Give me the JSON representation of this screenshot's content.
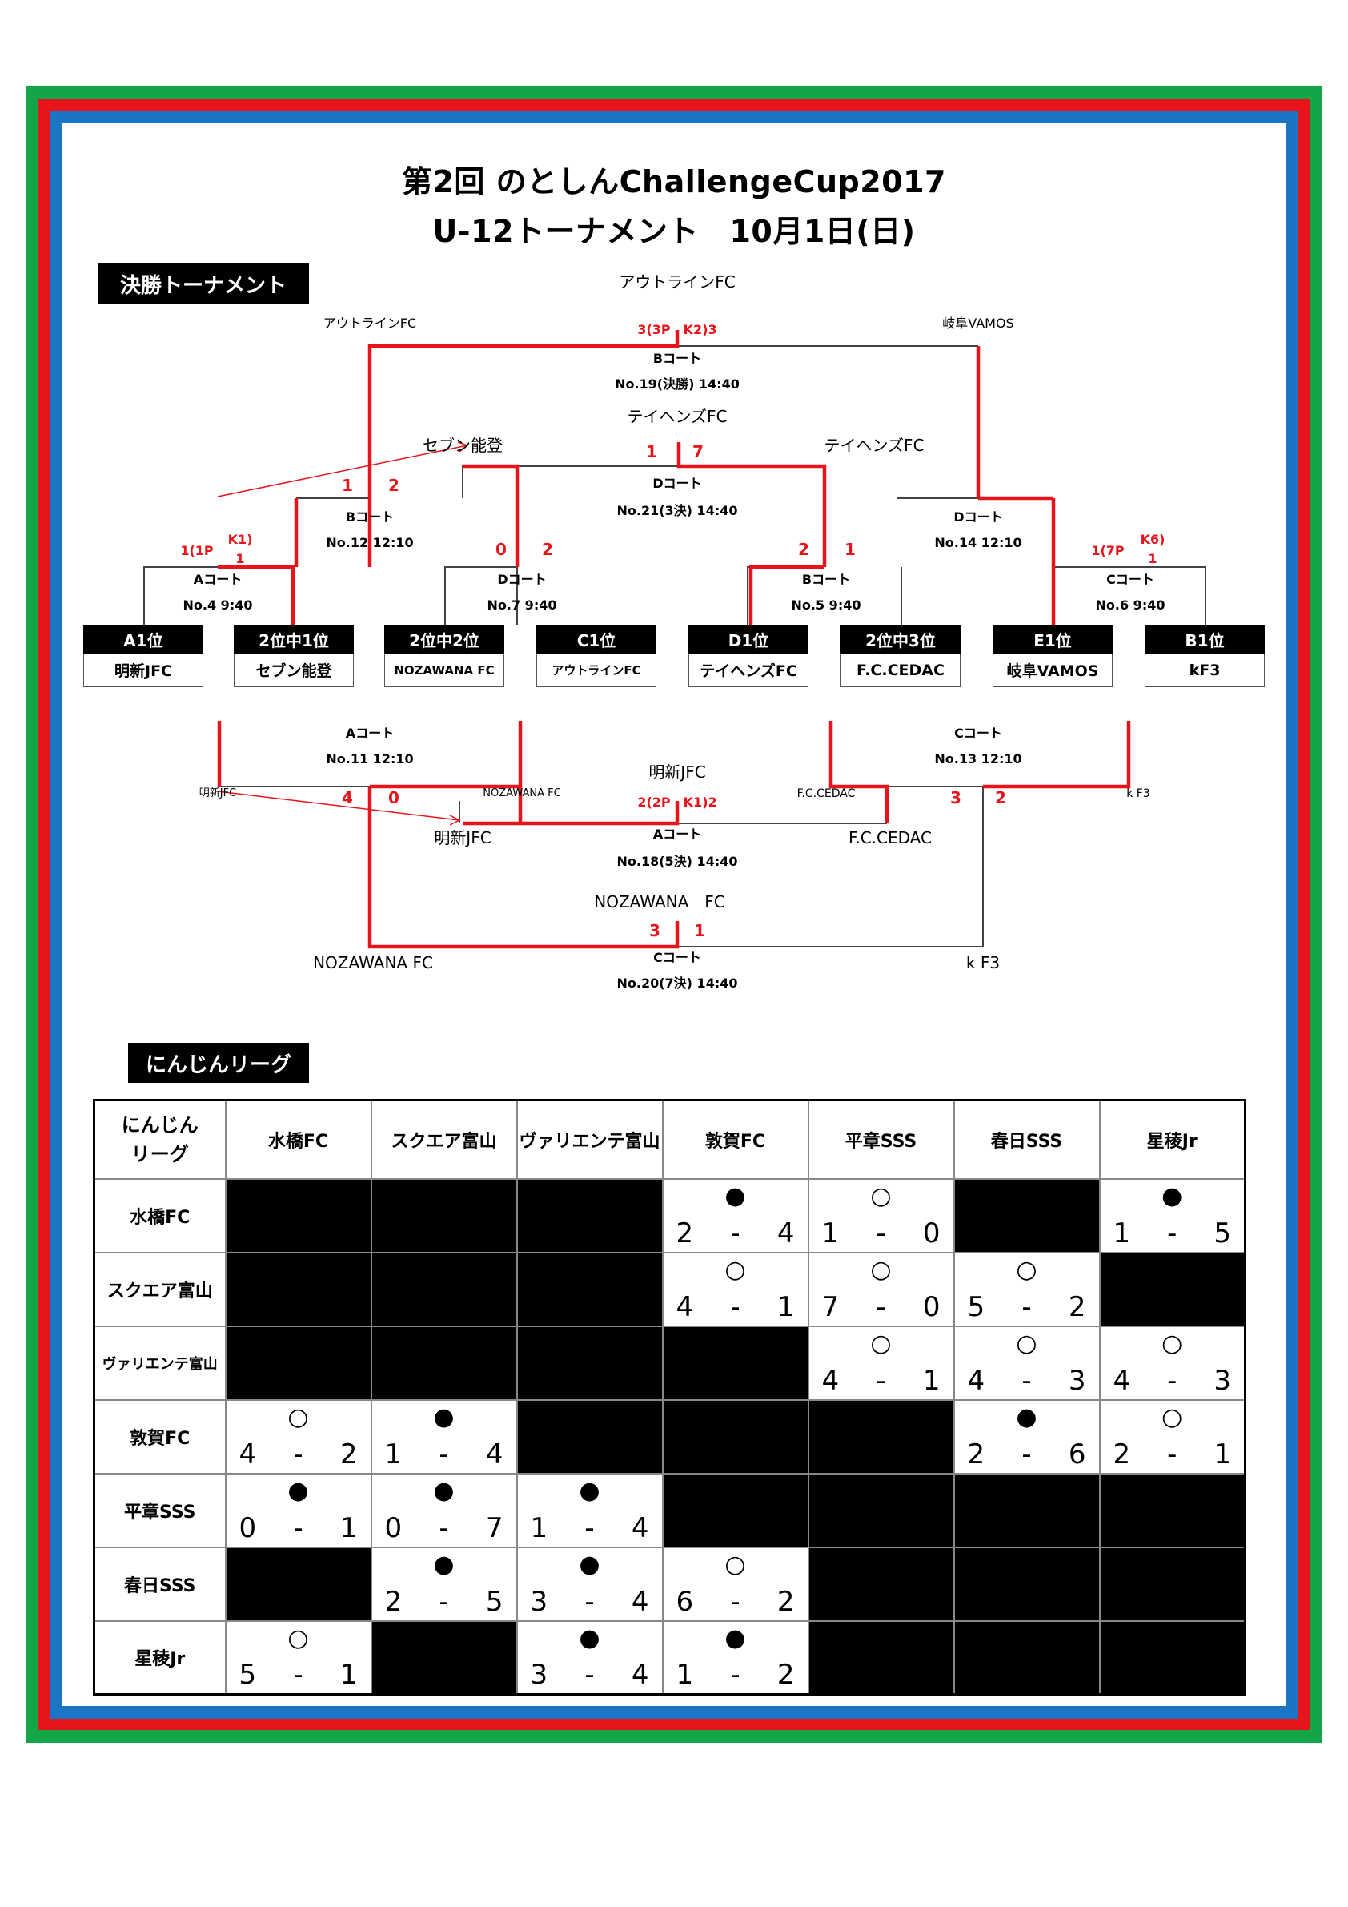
{
  "title_line1": "第2回 のとしんChallengeCup2017",
  "title_line2": "U-12トーナメント　10月1日(日)",
  "section_tournament": "決勝トーナメント",
  "section_league": "にんじんリーグ",
  "seeds": [
    {
      "seed": "A1位",
      "team": "明新JFC"
    },
    {
      "seed": "2位中1位",
      "team": "セブン能登"
    },
    {
      "seed": "2位中2位",
      "team": "NOZAWANA FC"
    },
    {
      "seed": "C1位",
      "team": "アウトラインFC"
    },
    {
      "seed": "D1位",
      "team": "テイヘンズFC"
    },
    {
      "seed": "2位中3位",
      "team": "F.C.CEDAC"
    },
    {
      "seed": "E1位",
      "team": "岐阜VAMOS"
    },
    {
      "seed": "B1位",
      "team": "kF3"
    }
  ],
  "matches": {
    "m4": {
      "court": "Aコート",
      "info": "No.4 9:40",
      "score_left": "1(1P",
      "score_right": "K1)",
      "score_right2": "1"
    },
    "m7": {
      "court": "Dコート",
      "info": "No.7 9:40",
      "score_left": "0",
      "score_right": "2"
    },
    "m5": {
      "court": "Bコート",
      "info": "No.5 9:40",
      "score_left": "2",
      "score_right": "1"
    },
    "m6": {
      "court": "Cコート",
      "info": "No.6 9:40",
      "score_left": "1(7P",
      "score_right": "K6)",
      "score_right2": "1"
    },
    "m12": {
      "court": "Bコート",
      "info": "No.12 12:10",
      "score_left": "1",
      "score_right": "2"
    },
    "m14": {
      "court": "Dコート",
      "info": "No.14 12:10"
    },
    "m21": {
      "court": "Dコート",
      "info": "No.21(3決) 14:40",
      "score_left": "1",
      "score_right": "7",
      "winner": "テイヘンズFC",
      "left_team": "セブン能登",
      "right_team": "テイヘンズFC"
    },
    "m19": {
      "court": "Bコート",
      "info": "No.19(決勝) 14:40",
      "score": "3(3P　K2)3",
      "winner": "アウトラインFC",
      "left_team": "アウトラインFC",
      "right_team": "岐阜VAMOS"
    },
    "m11": {
      "court": "Aコート",
      "info": "No.11 12:10",
      "score_left": "4",
      "score_right": "0",
      "left_team": "明新JFC",
      "right_team": "NOZAWANA FC"
    },
    "m13": {
      "court": "Cコート",
      "info": "No.13 12:10",
      "score_left": "3",
      "score_right": "2",
      "left_team": "F.C.CEDAC",
      "right_team": "k F3"
    },
    "m18": {
      "court": "Aコート",
      "info": "No.18(5決) 14:40",
      "score": "2(2P　K1)2",
      "winner": "明新JFC",
      "left_team": "明新JFC",
      "right_team": "F.C.CEDAC"
    },
    "m20": {
      "court": "Cコート",
      "info": "No.20(7決) 14:40",
      "score_left": "3",
      "score_right": "1",
      "winner": "NOZAWANA　FC",
      "left_team": "NOZAWANA FC",
      "right_team": "k F3"
    }
  },
  "league": {
    "corner_line1": "にんじん",
    "corner_line2": "リーグ",
    "teams": [
      "水橋FC",
      "スクエア富山",
      "ヴァリエンテ富山",
      "敦賀FC",
      "平章SSS",
      "春日SSS",
      "星稜Jr"
    ],
    "rows": [
      [
        null,
        null,
        null,
        {
          "m": "●",
          "h": "2",
          "a": "4"
        },
        {
          "m": "○",
          "h": "1",
          "a": "0"
        },
        null,
        {
          "m": "●",
          "h": "1",
          "a": "5"
        }
      ],
      [
        null,
        null,
        null,
        {
          "m": "○",
          "h": "4",
          "a": "1"
        },
        {
          "m": "○",
          "h": "7",
          "a": "0"
        },
        {
          "m": "○",
          "h": "5",
          "a": "2"
        },
        null
      ],
      [
        null,
        null,
        null,
        null,
        {
          "m": "○",
          "h": "4",
          "a": "1"
        },
        {
          "m": "○",
          "h": "4",
          "a": "3"
        },
        {
          "m": "○",
          "h": "4",
          "a": "3"
        }
      ],
      [
        {
          "m": "○",
          "h": "4",
          "a": "2"
        },
        {
          "m": "●",
          "h": "1",
          "a": "4"
        },
        null,
        null,
        null,
        {
          "m": "●",
          "h": "2",
          "a": "6"
        },
        {
          "m": "○",
          "h": "2",
          "a": "1"
        }
      ],
      [
        {
          "m": "●",
          "h": "0",
          "a": "1"
        },
        {
          "m": "●",
          "h": "0",
          "a": "7"
        },
        {
          "m": "●",
          "h": "1",
          "a": "4"
        },
        null,
        null,
        null,
        null
      ],
      [
        null,
        {
          "m": "●",
          "h": "2",
          "a": "5"
        },
        {
          "m": "●",
          "h": "3",
          "a": "4"
        },
        {
          "m": "○",
          "h": "6",
          "a": "2"
        },
        null,
        null,
        null
      ],
      [
        {
          "m": "○",
          "h": "5",
          "a": "1"
        },
        null,
        {
          "m": "●",
          "h": "3",
          "a": "4"
        },
        {
          "m": "●",
          "h": "1",
          "a": "2"
        },
        null,
        null,
        null
      ]
    ],
    "dash": "-"
  }
}
